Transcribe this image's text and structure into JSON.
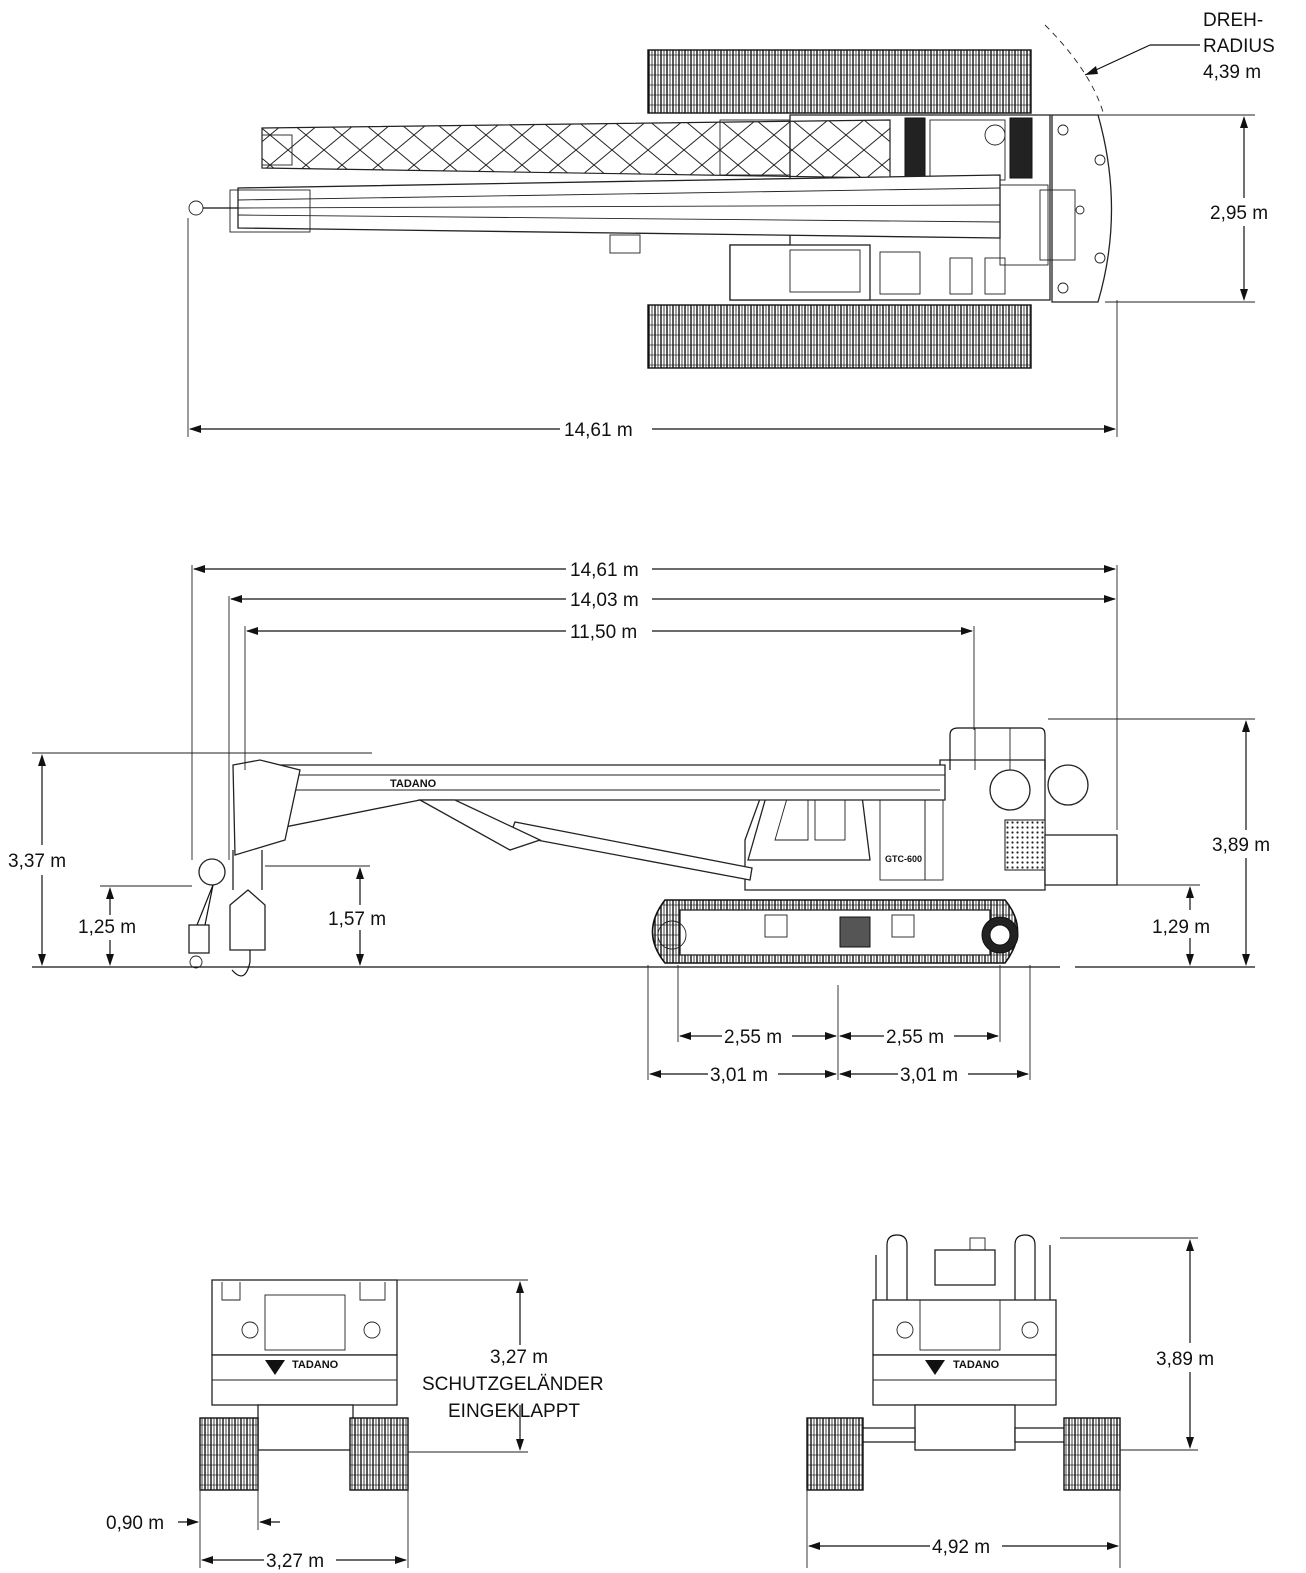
{
  "top_view": {
    "swing_radius_lines": [
      "DREH-",
      "RADIUS",
      "4,39 m"
    ],
    "width_dim": "2,95 m",
    "length_dim": "14,61 m"
  },
  "side_view": {
    "overall_length": "14,61 m",
    "length_to_sheave": "14,03 m",
    "boom_length": "11,50 m",
    "total_height_left": "3,37 m",
    "hook_height": "1,25 m",
    "block_height": "1,57 m",
    "total_height_right": "3,89 m",
    "counterweight_height": "1,29 m",
    "tumbler_half_left": "2,55 m",
    "tumbler_half_right": "2,55 m",
    "track_half_left": "3,01 m",
    "track_half_right": "3,01 m",
    "brand": "TADANO",
    "model": "GTC-600"
  },
  "rear_view_folded": {
    "height_lines": [
      "3,27 m",
      "SCHUTZGELÄNDER",
      "EINGEKLAPPT"
    ],
    "shoe_width": "0,90 m",
    "width": "3,27 m",
    "brand": "TADANO"
  },
  "rear_view_extended": {
    "height": "3,89 m",
    "width": "4,92 m",
    "brand": "TADANO"
  }
}
